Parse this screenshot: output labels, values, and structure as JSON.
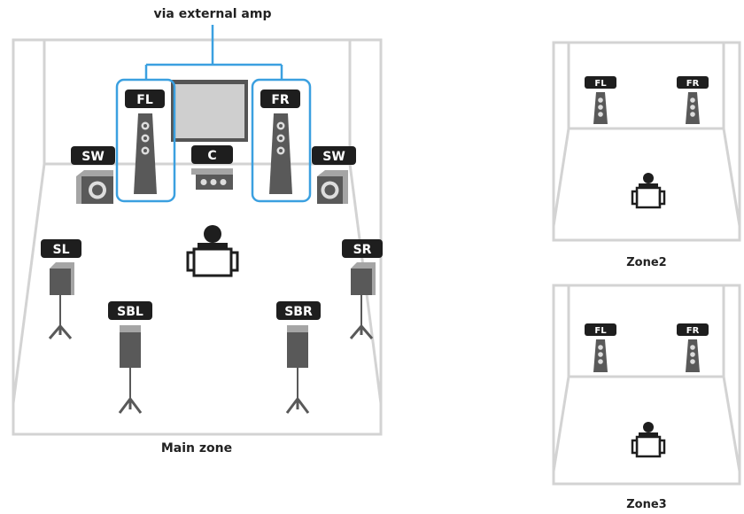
{
  "main": {
    "amp_label": "via external amp",
    "zone_label": "Main zone",
    "speakers": {
      "fl": "FL",
      "fr": "FR",
      "c": "C",
      "sw_left": "SW",
      "sw_right": "SW",
      "sl": "SL",
      "sr": "SR",
      "sbl": "SBL",
      "sbr": "SBR"
    }
  },
  "zone2": {
    "label": "Zone2",
    "fl": "FL",
    "fr": "FR"
  },
  "zone3": {
    "label": "Zone3",
    "fl": "FL",
    "fr": "FR"
  },
  "colors": {
    "room_border": "#d3d3d3",
    "highlight": "#3ba0e0",
    "badge": "#1e1e1e",
    "speaker_dark": "#595959",
    "screen": "#cfcfcf"
  }
}
